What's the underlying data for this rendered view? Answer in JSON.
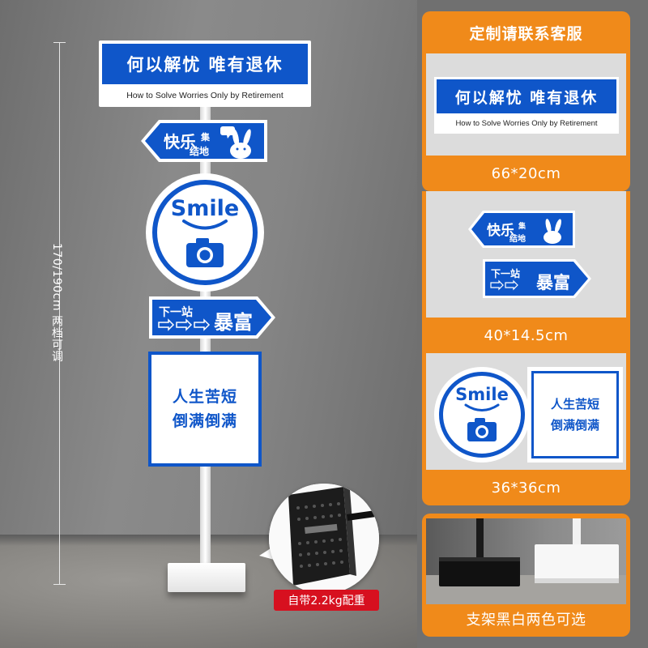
{
  "measurement": {
    "height_label": "170/190cm 两档可调"
  },
  "main_sign": {
    "top_title": "何以解忧  唯有退休",
    "top_subtitle": "How to Solve Worries Only by Retirement",
    "left_arrow_big": "快乐",
    "left_arrow_small1": "集",
    "left_arrow_small2": "结地",
    "circle_word": "Smile",
    "right_arrow_small": "下一站",
    "right_arrow_big": "暴富",
    "square_line1": "人生苦短",
    "square_line2": "倒满倒满"
  },
  "weight_badge": "自带2.2kg配重",
  "panel": {
    "header": "定制请联系客服",
    "size1": "66*20cm",
    "size2": "40*14.5cm",
    "size3": "36*36cm",
    "stand_caption": "支架黑白两色可选"
  },
  "colors": {
    "brand_blue": "#0f56c9",
    "orange": "#f08a1a",
    "badge_red": "#d7101f"
  },
  "icons": [
    "camera-icon",
    "smile-curve-icon",
    "bunny-icon",
    "speech-bubble-icon",
    "double-arrow-icon"
  ]
}
